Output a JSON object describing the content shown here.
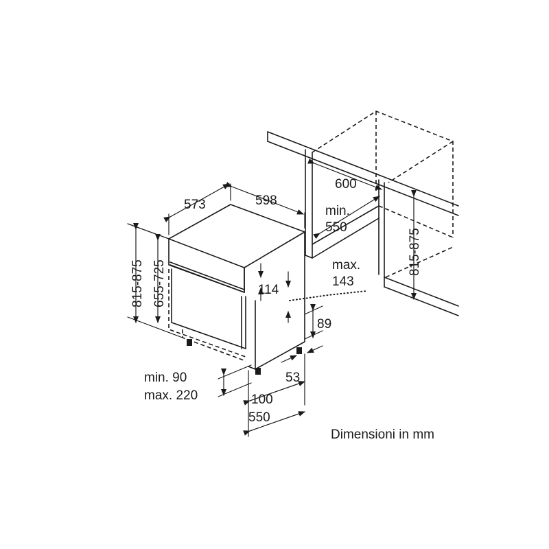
{
  "dimensions": {
    "width_598": "598",
    "depth_573": "573",
    "height_815_875": "815-875",
    "height_655_725": "655-725",
    "panel_114": "114",
    "max_143_line1": "max.",
    "max_143_line2": "143",
    "plinth_89": "89",
    "min90_line1": "min. 90",
    "max220_line2": "max. 220",
    "dim_100": "100",
    "dim_53": "53",
    "dim_550": "550",
    "niche_600": "600",
    "niche_min_line1": "min.",
    "niche_min_line2": "550",
    "niche_height": "815-875"
  },
  "caption": "Dimensioni in mm"
}
